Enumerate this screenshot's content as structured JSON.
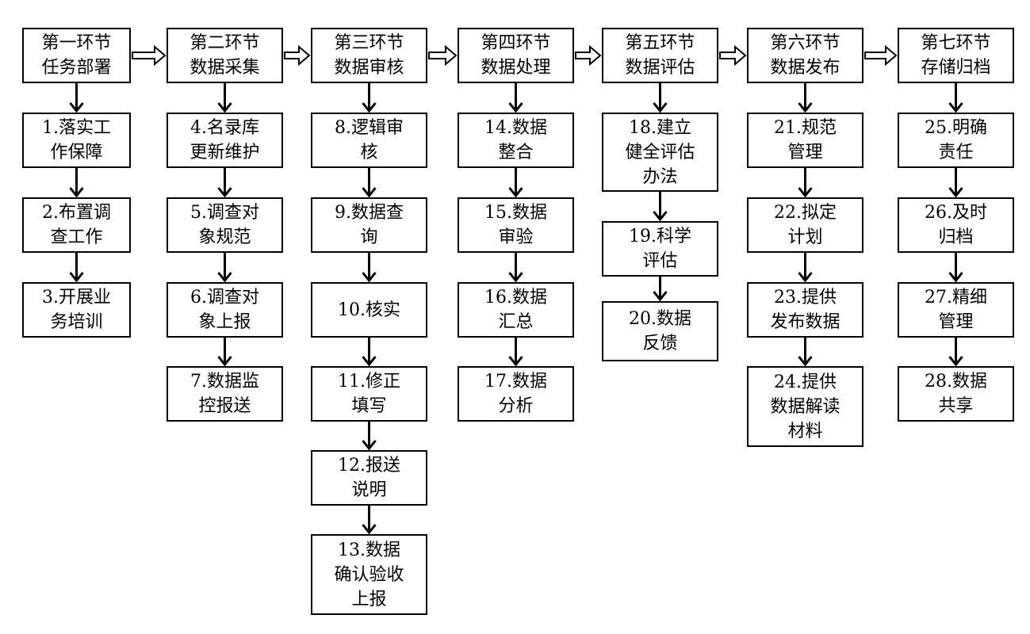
{
  "stages": [
    {
      "header": "第一环节\n任务部署",
      "steps": [
        "1.落实工\n作保障",
        "2.布置调\n查工作",
        "3.开展业\n务培训"
      ]
    },
    {
      "header": "第二环节\n数据采集",
      "steps": [
        "4.名录库\n更新维护",
        "5.调查对\n象规范",
        "6.调查对\n象上报",
        "7.数据监\n控报送"
      ]
    },
    {
      "header": "第三环节\n数据审核",
      "steps": [
        "8.逻辑审\n核",
        "9.数据查\n询",
        "10.核实",
        "11.修正\n填写",
        "12.报送\n说明",
        "13.数据\n确认验收\n上报"
      ]
    },
    {
      "header": "第四环节\n数据处理",
      "steps": [
        "14.数据\n整合",
        "15.数据\n审验",
        "16.数据\n汇总",
        "17.数据\n分析"
      ]
    },
    {
      "header": "第五环节\n数据评估",
      "steps": [
        "18.建立\n健全评估\n办法",
        "19.科学\n评估",
        "20.数据\n反馈"
      ]
    },
    {
      "header": "第六环节\n数据发布",
      "steps": [
        "21.规范\n管理",
        "22.拟定\n计划",
        "23.提供\n发布数据",
        "24.提供\n数据解读\n材料"
      ]
    },
    {
      "header": "第七环节\n存储归档",
      "steps": [
        "25.明确\n责任",
        "26.及时\n归档",
        "27.精细\n管理",
        "28.数据\n共享"
      ]
    }
  ]
}
